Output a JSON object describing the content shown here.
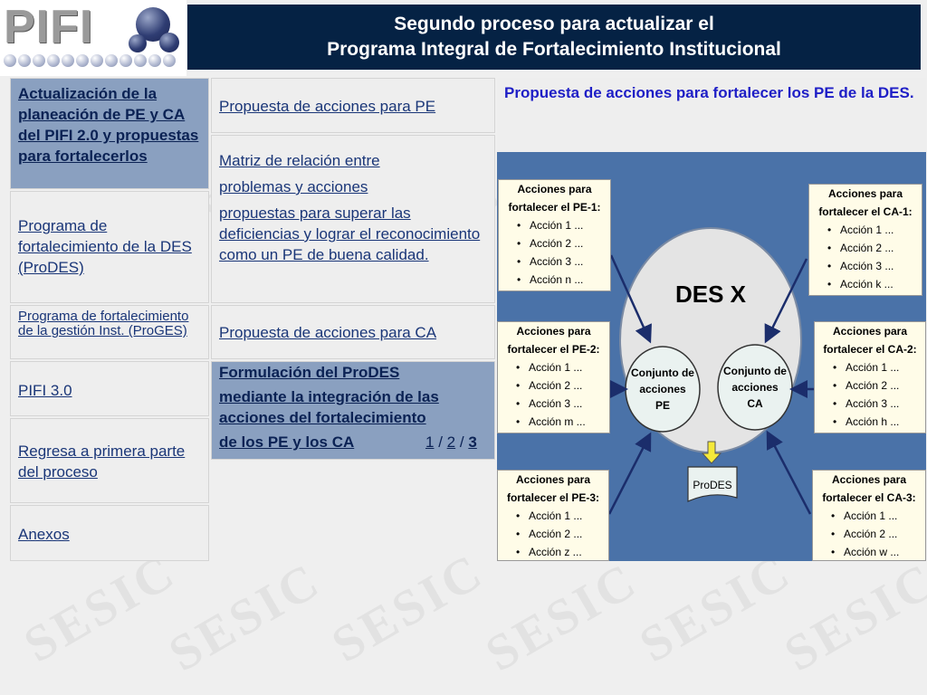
{
  "logo": {
    "text": "PIFI"
  },
  "header": {
    "title_line1": "Segundo proceso para actualizar el",
    "title_line2": "Programa Integral de Fortalecimiento Institucional"
  },
  "nav": {
    "left": [
      "Actualización de la planeación de PE y CA del PIFI 2.0 y propuestas para fortalecerlos",
      "Programa de fortalecimiento de la DES (ProDES)",
      "Programa de fortalecimiento de la gestión Inst. (ProGES)",
      "PIFI 3.0",
      "Regresa a primera parte del proceso",
      "Anexos"
    ],
    "middle": {
      "pe_proposal": "Propuesta de acciones para PE",
      "matrix_line1": "Matriz de relación entre",
      "matrix_line2": "problemas y acciones",
      "matrix_line3": "propuestas para superar las deficiencias y lograr el reconocimiento como un PE de buena calidad.",
      "ca_proposal": "Propuesta de acciones para CA",
      "formulation_line1": "Formulación del ProDES",
      "formulation_line2": "mediante la integración de las acciones del fortalecimiento",
      "formulation_line3": "de los PE y los CA",
      "page1": "1",
      "page2": "2",
      "page3": "3",
      "sep": "/"
    }
  },
  "panel": {
    "heading": "Propuesta de acciones para fortalecer los PE de la DES.",
    "des_label": "DES X",
    "pe_set": [
      "Conjunto de",
      "acciones",
      "PE"
    ],
    "ca_set": [
      "Conjunto de",
      "acciones",
      "CA"
    ],
    "prodes": "ProDES",
    "boxes": [
      {
        "title1": "Acciones para",
        "title2": "fortalecer el PE-1:",
        "items": [
          "Acción 1 ...",
          "Acción 2 ...",
          "Acción 3 ...",
          "Acción n ..."
        ]
      },
      {
        "title1": "Acciones para",
        "title2": "fortalecer el CA-1:",
        "items": [
          "Acción 1 ...",
          "Acción 2 ...",
          "Acción 3 ...",
          "Acción k ..."
        ]
      },
      {
        "title1": "Acciones para",
        "title2": "fortalecer el PE-2:",
        "items": [
          "Acción 1 ...",
          "Acción 2 ...",
          "Acción 3 ...",
          "Acción m ..."
        ]
      },
      {
        "title1": "Acciones para",
        "title2": "fortalecer el CA-2:",
        "items": [
          "Acción 1 ...",
          "Acción 2 ...",
          "Acción 3 ...",
          "Acción h ..."
        ]
      },
      {
        "title1": "Acciones para",
        "title2": "fortalecer el PE-3:",
        "items": [
          "Acción 1 ...",
          "Acción 2 ...",
          "Acción z ..."
        ]
      },
      {
        "title1": "Acciones para",
        "title2": "fortalecer el CA-3:",
        "items": [
          "Acción 1 ...",
          "Acción 2 ...",
          "Acción w ..."
        ]
      }
    ]
  },
  "colors": {
    "title_bg": "#052244",
    "link": "#1a3678",
    "heading": "#1e1ec6",
    "panel_bg": "#4a72a8",
    "highlight_bg": "#8aa0c0"
  }
}
